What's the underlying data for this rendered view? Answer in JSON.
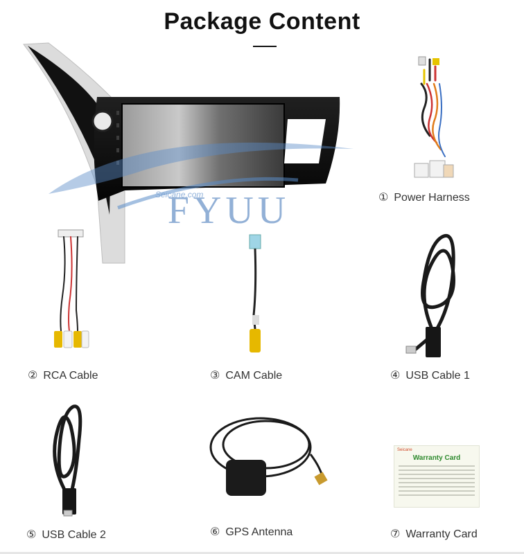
{
  "header": {
    "title": "Package Content"
  },
  "watermark": {
    "brand_small": "Seicane.com",
    "brand_large": "FYUU"
  },
  "items": [
    {
      "num": "①",
      "label": "Power Harness",
      "icon": "power-harness-icon"
    },
    {
      "num": "②",
      "label": "RCA Cable",
      "icon": "rca-cable-icon"
    },
    {
      "num": "③",
      "label": "CAM Cable",
      "icon": "cam-cable-icon"
    },
    {
      "num": "④",
      "label": "USB Cable 1",
      "icon": "usb-cable-icon"
    },
    {
      "num": "⑤",
      "label": "USB Cable 2",
      "icon": "usb-cable-icon"
    },
    {
      "num": "⑥",
      "label": "GPS Antenna",
      "icon": "gps-antenna-icon"
    },
    {
      "num": "⑦",
      "label": "Warranty Card",
      "icon": "warranty-card-icon"
    }
  ],
  "warranty_card": {
    "brand": "Seicane",
    "title": "Warranty Card"
  },
  "colors": {
    "title": "#111111",
    "label": "#333333",
    "watermark": "#6e96c8",
    "card_title": "#2e8a2e"
  }
}
